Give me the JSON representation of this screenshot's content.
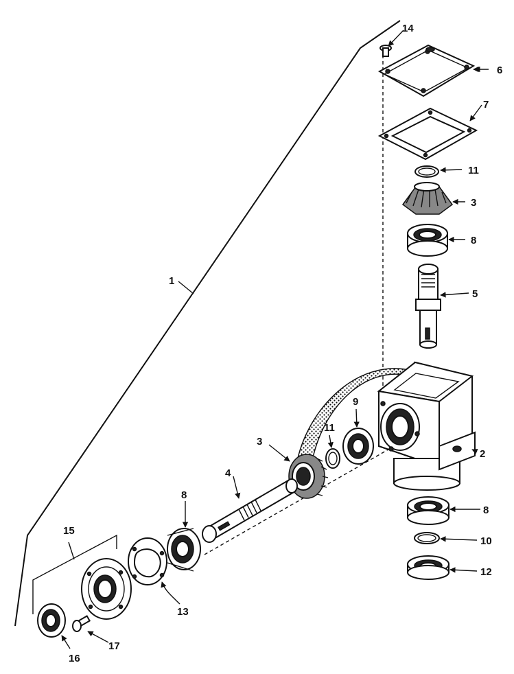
{
  "callouts": {
    "c1": "1",
    "c2": "2",
    "c3_top": "3",
    "c3_left": "3",
    "c4": "4",
    "c5": "5",
    "c6": "6",
    "c7": "7",
    "c8_top": "8",
    "c8_left": "8",
    "c8_bottom": "8",
    "c9": "9",
    "c10": "10",
    "c11_top": "11",
    "c11_mid": "11",
    "c12": "12",
    "c13": "13",
    "c14": "14",
    "c15": "15",
    "c16": "16",
    "c17": "17"
  },
  "colors": {
    "ink": "#111111",
    "paper": "#ffffff",
    "shade": "#888888"
  }
}
